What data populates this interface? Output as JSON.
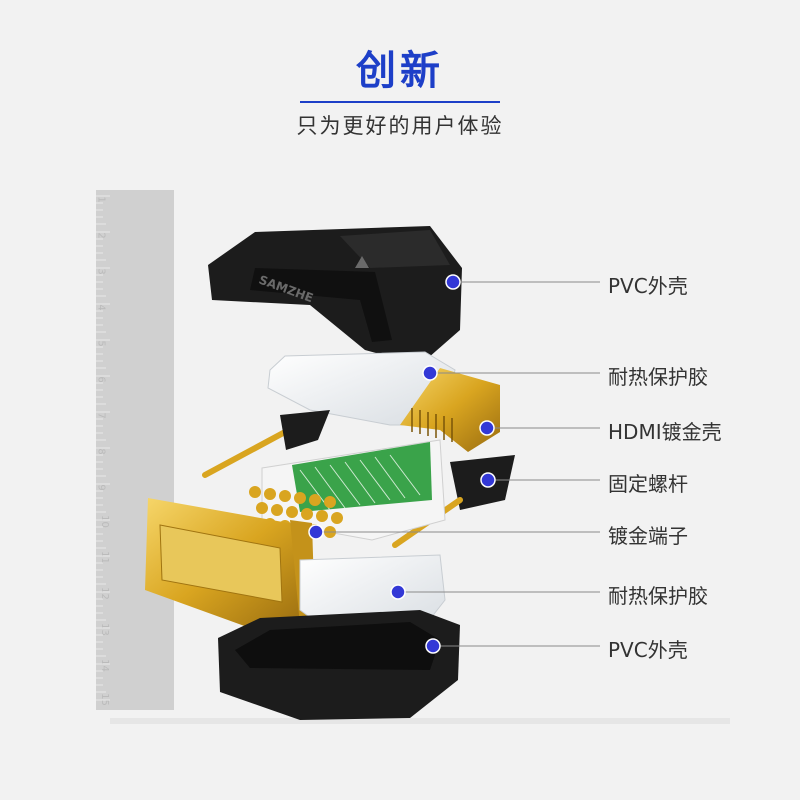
{
  "header": {
    "title": "创新",
    "subtitle": "只为更好的用户体验"
  },
  "ruler": {
    "numbers": [
      "1",
      "2",
      "3",
      "4",
      "5",
      "6",
      "7",
      "8",
      "9",
      "10",
      "11",
      "12",
      "13",
      "14",
      "15"
    ]
  },
  "brand_text": "SAMZHE",
  "parts": [
    {
      "label": "PVC外壳"
    },
    {
      "label": "耐热保护胶"
    },
    {
      "label": "HDMI镀金壳"
    },
    {
      "label": "固定螺杆"
    },
    {
      "label": "镀金端子"
    },
    {
      "label": "耐热保护胶"
    },
    {
      "label": "PVC外壳"
    }
  ],
  "colors": {
    "accent": "#1d3fc8",
    "marker": "#3338d6",
    "gold": "#d9a520",
    "pcb": "#3aa34a",
    "shell": "#1c1c1c"
  }
}
